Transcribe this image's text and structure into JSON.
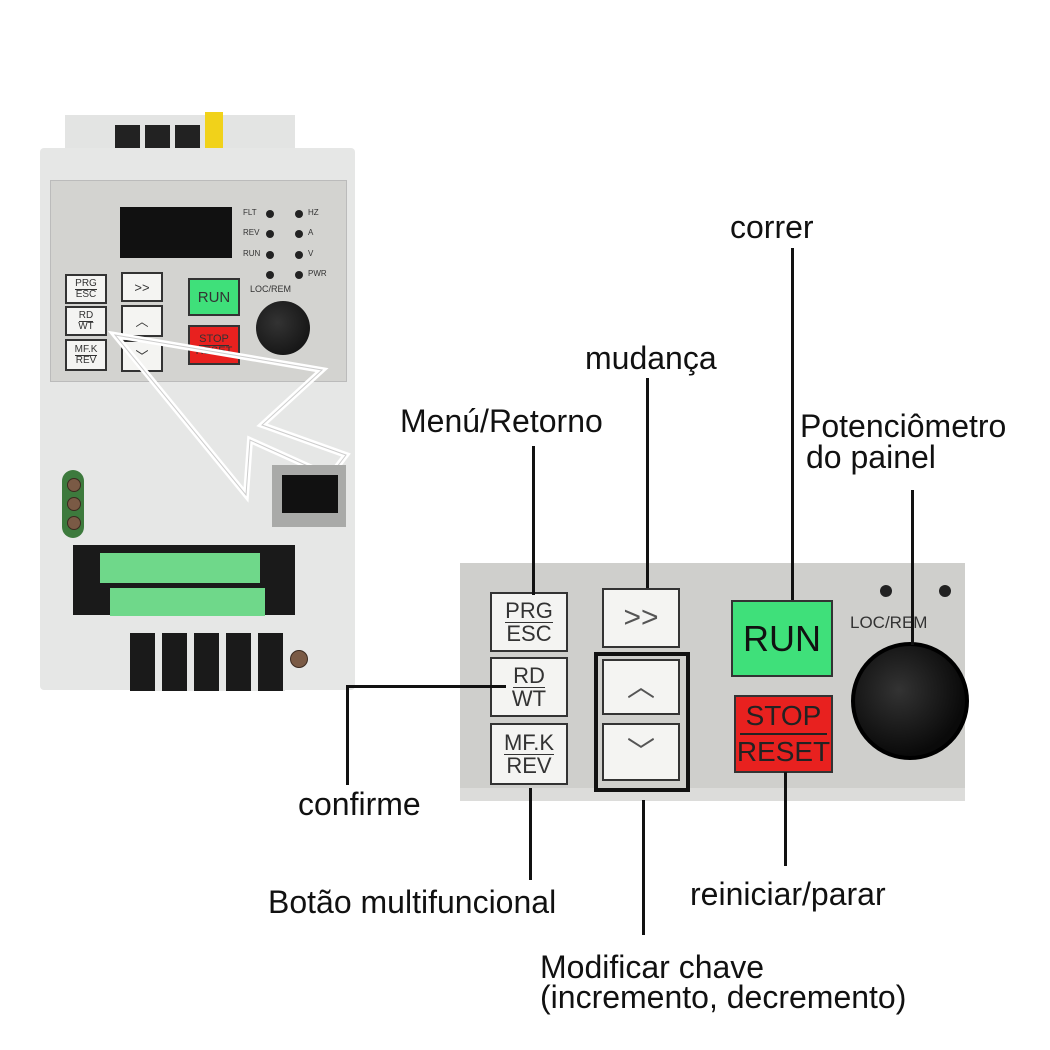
{
  "device": {
    "leds_left": [
      "FLT",
      "REV",
      "RUN",
      ""
    ],
    "leds_right": [
      "HZ",
      "A",
      "V",
      "PWR"
    ],
    "loc_rem": "LOC/REM",
    "keys": {
      "prg": "PRG",
      "esc": "ESC",
      "rd": "RD",
      "wt": "WT",
      "mfk": "MF.K",
      "rev": "REV",
      "shift": ">>",
      "up": "︿",
      "down": "﹀",
      "run": "RUN",
      "stop": "STOP",
      "reset": "RESET"
    },
    "colors": {
      "run": "#3fe07a",
      "stop": "#e8211f",
      "panel": "#cfcfcc",
      "body": "#e6e7e6"
    }
  },
  "labels": {
    "run": "correr",
    "shift": "mudança",
    "menu": "Menú/Retorno",
    "pot_line1": "Potenciômetro",
    "pot_line2": "do painel",
    "confirm": "confirme",
    "multi": "Botão multifuncional",
    "modify_line1": "Modificar chave",
    "modify_line2": "(incremento, decremento)",
    "reset": "reiniciar/parar"
  }
}
